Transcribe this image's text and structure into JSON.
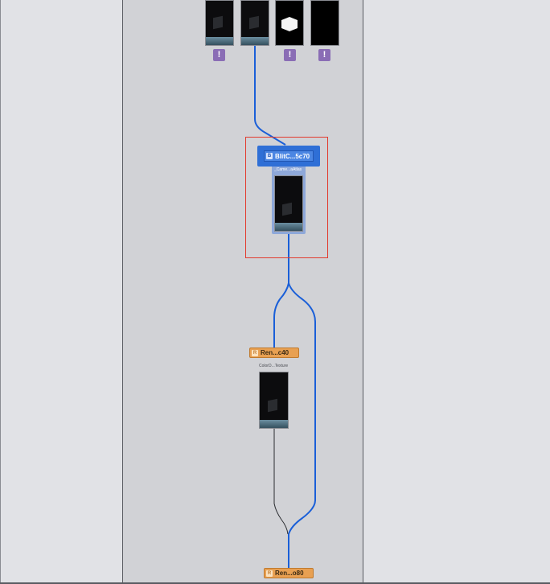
{
  "colors": {
    "edge_blue": "#1a5fd8",
    "edge_dark": "#2a2c30",
    "selection": "#e23b2e",
    "warning": "#8a6db5",
    "node_blue": "#2f6fd6",
    "node_orange": "#e8a052"
  },
  "graph": {
    "top_thumbnails": [
      {
        "kind": "render-texture",
        "warning": "!"
      },
      {
        "kind": "render-texture",
        "warning": ""
      },
      {
        "kind": "white-cube",
        "warning": "!"
      },
      {
        "kind": "black",
        "warning": "!"
      }
    ],
    "nodes": {
      "blit": {
        "label": "BlitC...5c70",
        "icon": "B",
        "attachment_caption": "_Came...aAtlas"
      },
      "render_1": {
        "label": "Ren...c40",
        "icon": "R",
        "attachment_caption": "ColorD...Texture"
      },
      "render_2": {
        "label": "Ren...o80",
        "icon": "R"
      }
    }
  }
}
